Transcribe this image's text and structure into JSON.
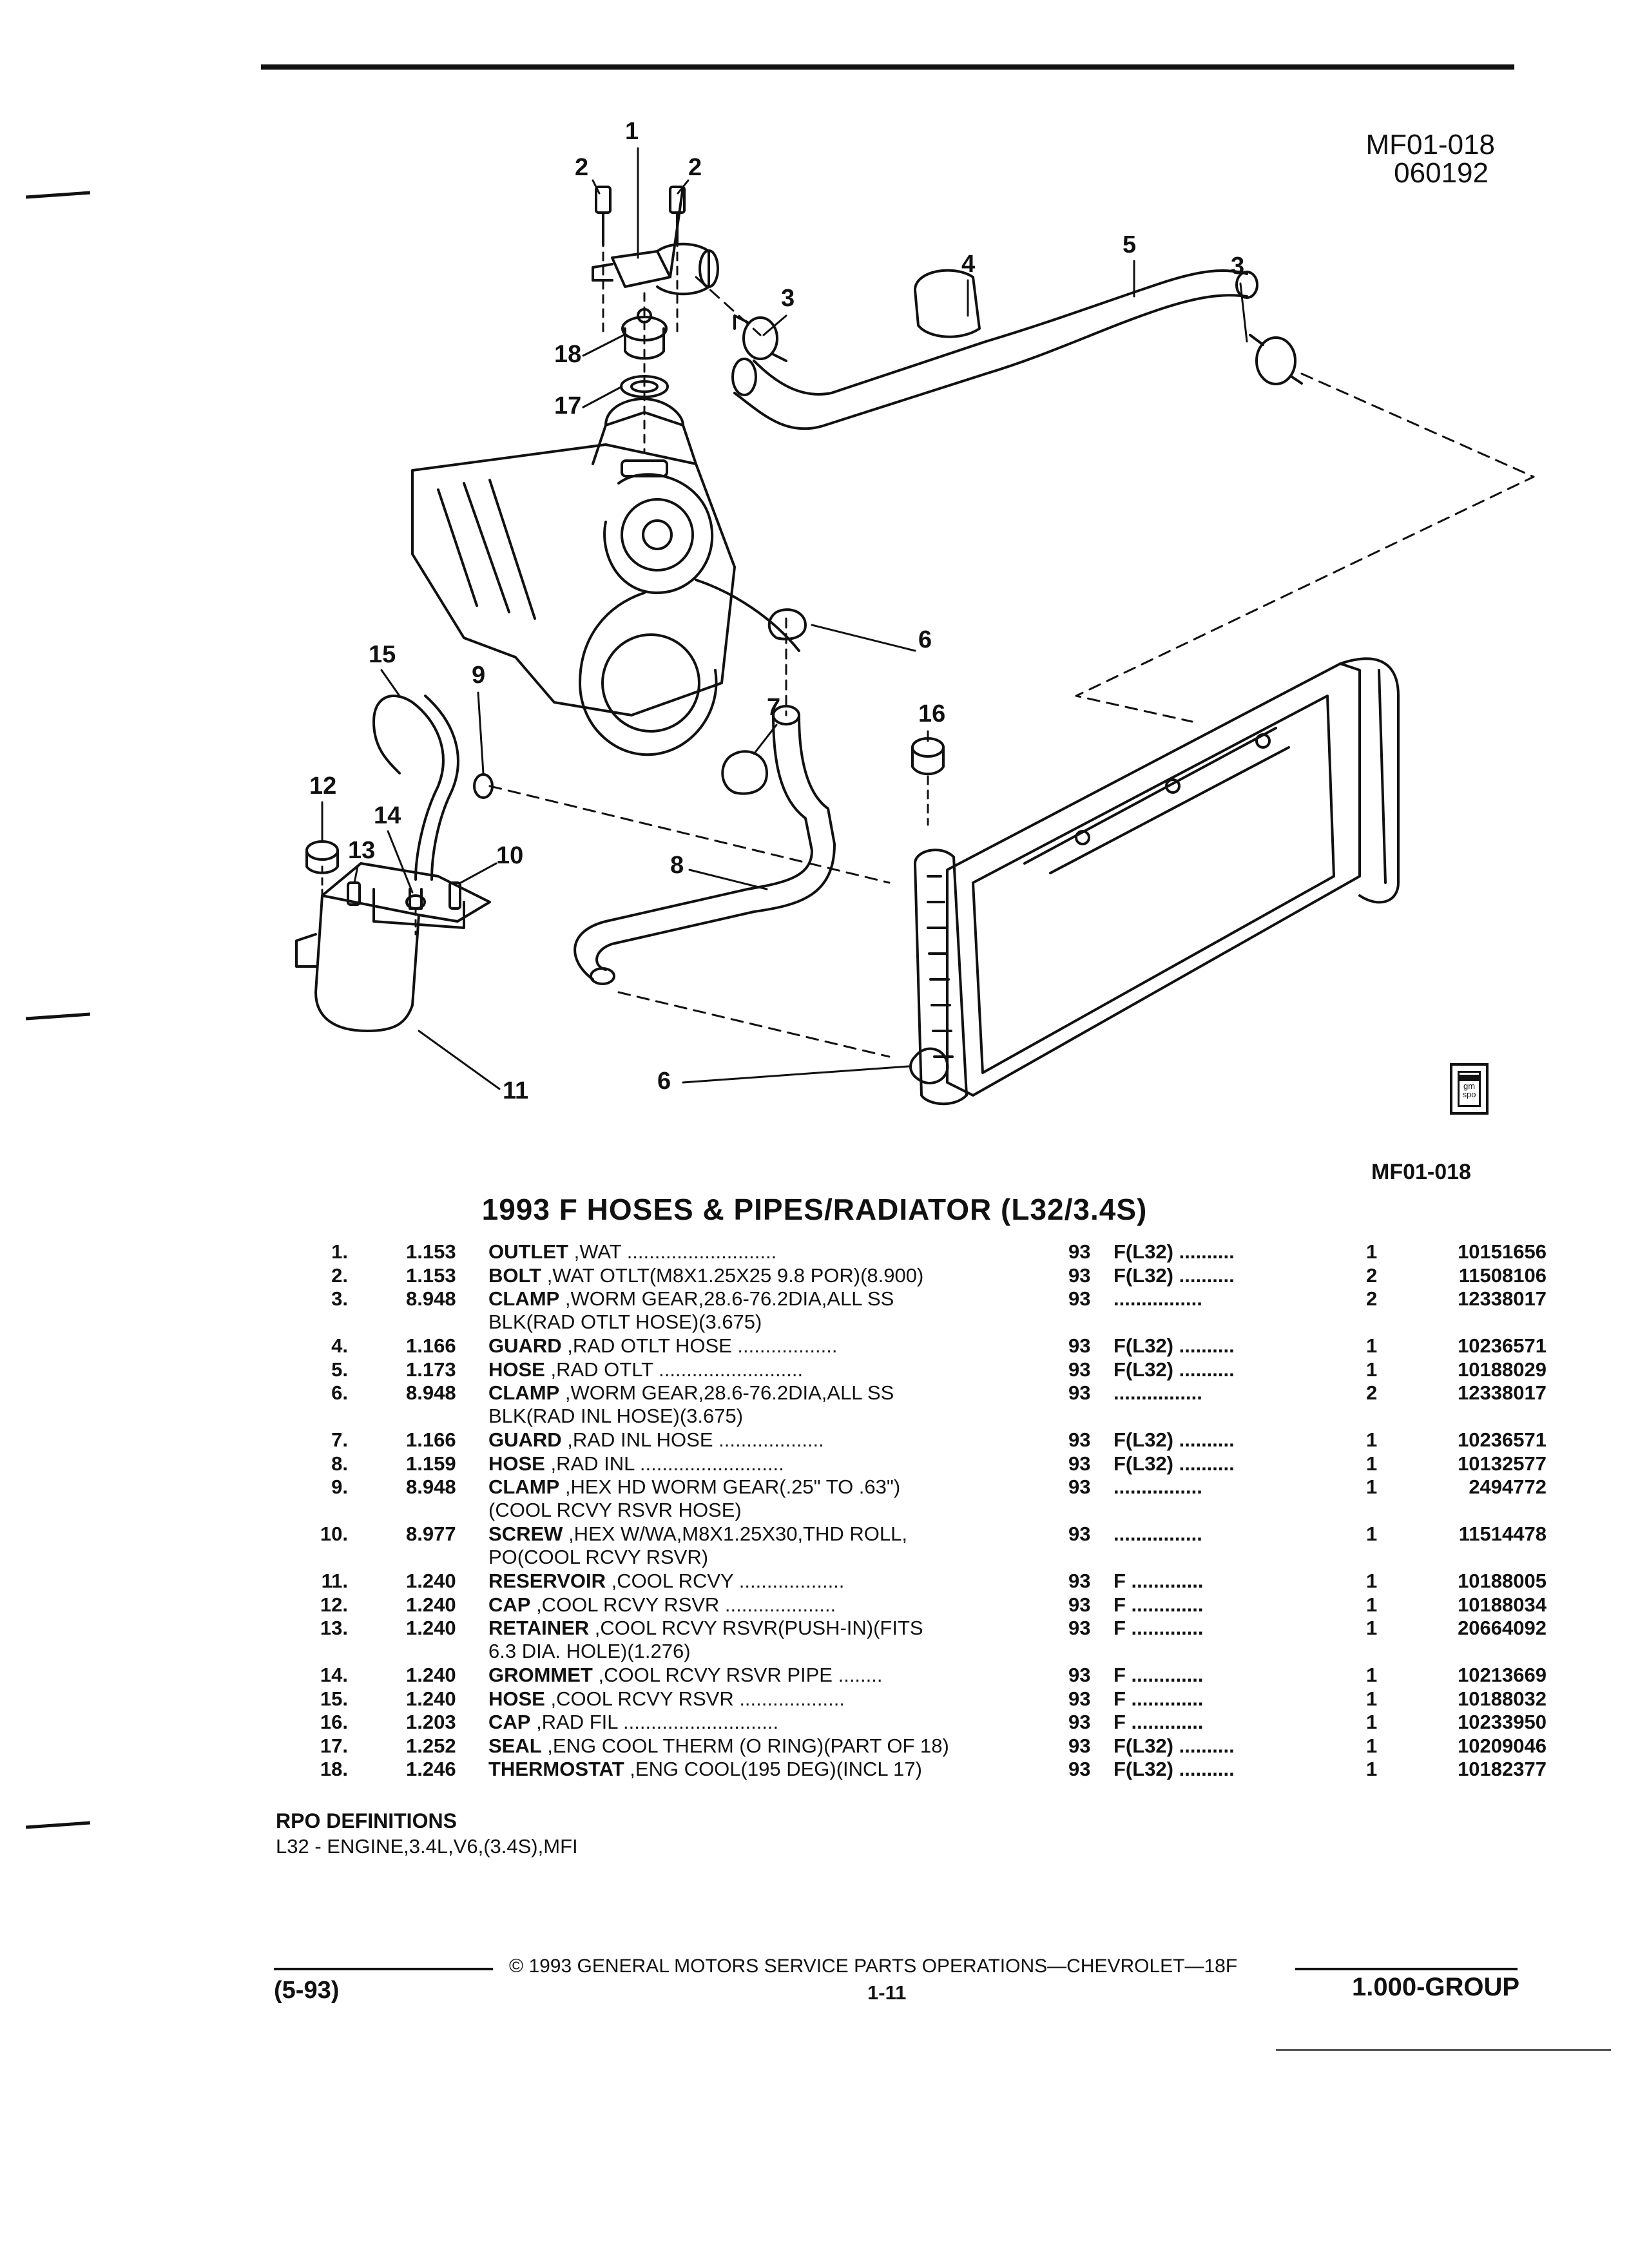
{
  "header": {
    "illustration_id": "MF01-018",
    "illustration_date": "060192",
    "illustration_id_bottom": "MF01-018"
  },
  "diagram": {
    "callouts": [
      "1",
      "2",
      "2",
      "3",
      "3",
      "4",
      "5",
      "6",
      "6",
      "7",
      "8",
      "9",
      "10",
      "11",
      "12",
      "13",
      "14",
      "15",
      "16",
      "17",
      "18"
    ],
    "logo_text": "gm spo"
  },
  "catalog": {
    "title": "1993 F HOSES & PIPES/RADIATOR (L32/3.4S)",
    "parts": [
      {
        "item": "1.",
        "page": "1.153",
        "name": "OUTLET",
        "desc": " ,WAT ...........................",
        "desc2": "",
        "year": "93",
        "model": "F(L32) ..........",
        "qty": "1",
        "part_no": "10151656"
      },
      {
        "item": "2.",
        "page": "1.153",
        "name": "BOLT",
        "desc": " ,WAT OTLT(M8X1.25X25 9.8 POR)(8.900)",
        "desc2": "",
        "year": "93",
        "model": "F(L32) ..........",
        "qty": "2",
        "part_no": "11508106"
      },
      {
        "item": "3.",
        "page": "8.948",
        "name": "CLAMP",
        "desc": " ,WORM GEAR,28.6-76.2DIA,ALL SS",
        "desc2": "BLK(RAD OTLT HOSE)(3.675)",
        "year": "93",
        "model": "................",
        "qty": "2",
        "part_no": "12338017"
      },
      {
        "item": "4.",
        "page": "1.166",
        "name": "GUARD",
        "desc": " ,RAD OTLT HOSE ..................",
        "desc2": "",
        "year": "93",
        "model": "F(L32) ..........",
        "qty": "1",
        "part_no": "10236571"
      },
      {
        "item": "5.",
        "page": "1.173",
        "name": "HOSE",
        "desc": " ,RAD OTLT ..........................",
        "desc2": "",
        "year": "93",
        "model": "F(L32) ..........",
        "qty": "1",
        "part_no": "10188029"
      },
      {
        "item": "6.",
        "page": "8.948",
        "name": "CLAMP",
        "desc": " ,WORM GEAR,28.6-76.2DIA,ALL SS",
        "desc2": "BLK(RAD INL HOSE)(3.675)",
        "year": "93",
        "model": "................",
        "qty": "2",
        "part_no": "12338017"
      },
      {
        "item": "7.",
        "page": "1.166",
        "name": "GUARD",
        "desc": " ,RAD INL HOSE ...................",
        "desc2": "",
        "year": "93",
        "model": "F(L32) ..........",
        "qty": "1",
        "part_no": "10236571"
      },
      {
        "item": "8.",
        "page": "1.159",
        "name": "HOSE",
        "desc": " ,RAD INL ..........................",
        "desc2": "",
        "year": "93",
        "model": "F(L32) ..........",
        "qty": "1",
        "part_no": "10132577"
      },
      {
        "item": "9.",
        "page": "8.948",
        "name": "CLAMP",
        "desc": " ,HEX HD WORM GEAR(.25\" TO .63\")",
        "desc2": "(COOL RCVY RSVR HOSE)",
        "year": "93",
        "model": "................",
        "qty": "1",
        "part_no": "2494772"
      },
      {
        "item": "10.",
        "page": "8.977",
        "name": "SCREW",
        "desc": " ,HEX W/WA,M8X1.25X30,THD ROLL,",
        "desc2": "PO(COOL RCVY RSVR)",
        "year": "93",
        "model": "................",
        "qty": "1",
        "part_no": "11514478"
      },
      {
        "item": "11.",
        "page": "1.240",
        "name": "RESERVOIR",
        "desc": " ,COOL RCVY ...................",
        "desc2": "",
        "year": "93",
        "model": "F .............",
        "qty": "1",
        "part_no": "10188005"
      },
      {
        "item": "12.",
        "page": "1.240",
        "name": "CAP",
        "desc": " ,COOL RCVY RSVR ....................",
        "desc2": "",
        "year": "93",
        "model": "F .............",
        "qty": "1",
        "part_no": "10188034"
      },
      {
        "item": "13.",
        "page": "1.240",
        "name": "RETAINER",
        "desc": " ,COOL RCVY RSVR(PUSH-IN)(FITS",
        "desc2": "6.3 DIA. HOLE)(1.276)",
        "year": "93",
        "model": "F .............",
        "qty": "1",
        "part_no": "20664092"
      },
      {
        "item": "14.",
        "page": "1.240",
        "name": "GROMMET",
        "desc": " ,COOL RCVY RSVR PIPE ........",
        "desc2": "",
        "year": "93",
        "model": "F .............",
        "qty": "1",
        "part_no": "10213669"
      },
      {
        "item": "15.",
        "page": "1.240",
        "name": "HOSE",
        "desc": " ,COOL RCVY RSVR ...................",
        "desc2": "",
        "year": "93",
        "model": "F .............",
        "qty": "1",
        "part_no": "10188032"
      },
      {
        "item": "16.",
        "page": "1.203",
        "name": "CAP",
        "desc": " ,RAD FIL ............................",
        "desc2": "",
        "year": "93",
        "model": "F .............",
        "qty": "1",
        "part_no": "10233950"
      },
      {
        "item": "17.",
        "page": "1.252",
        "name": "SEAL",
        "desc": " ,ENG COOL THERM (O RING)(PART OF 18)",
        "desc2": "",
        "year": "93",
        "model": "F(L32) ..........",
        "qty": "1",
        "part_no": "10209046"
      },
      {
        "item": "18.",
        "page": "1.246",
        "name": "THERMOSTAT",
        "desc": " ,ENG COOL(195 DEG)(INCL 17)",
        "desc2": "",
        "year": "93",
        "model": "F(L32) ..........",
        "qty": "1",
        "part_no": "10182377"
      }
    ]
  },
  "rpo": {
    "title": "RPO DEFINITIONS",
    "definition": "L32 - ENGINE,3.4L,V6,(3.4S),MFI"
  },
  "footer": {
    "copyright": "© 1993 GENERAL MOTORS SERVICE PARTS OPERATIONS—CHEVROLET—18F",
    "date": "(5-93)",
    "page": "1-11",
    "group": "1.000-GROUP"
  }
}
